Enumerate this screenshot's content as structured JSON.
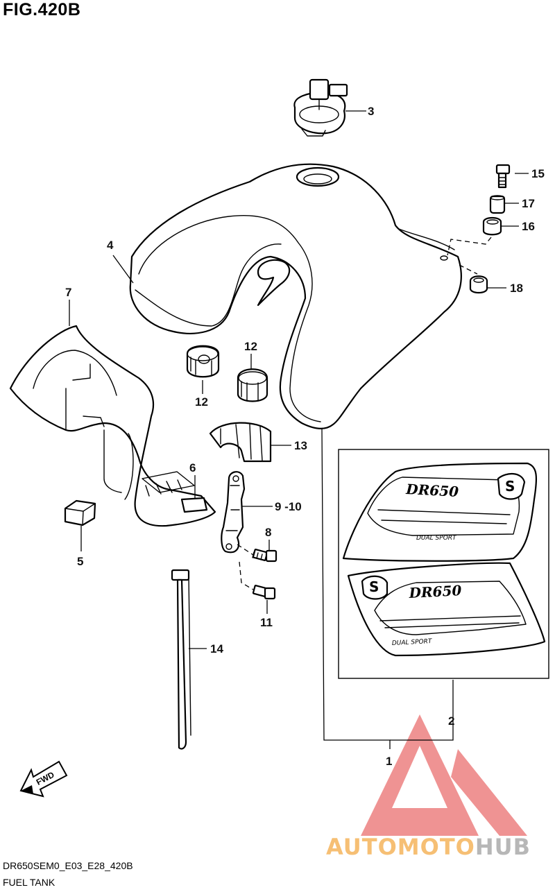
{
  "figure": {
    "title": "FIG.420B",
    "model_code": "DR650SEM0_E03_E28_420B",
    "caption": "FUEL TANK"
  },
  "callouts": {
    "c1": "1",
    "c2": "2",
    "c3": "3",
    "c4": "4",
    "c5": "5",
    "c6": "6",
    "c7": "7",
    "c8": "8",
    "c9_10": "9 -10",
    "c11": "11",
    "c12a": "12",
    "c12b": "12",
    "c13": "13",
    "c14": "14",
    "c15": "15",
    "c16": "16",
    "c17": "17",
    "c18": "18"
  },
  "decal": {
    "model_text": "DR650",
    "sub_text": "DUAL SPORT",
    "brand_mark": "S"
  },
  "direction_arrow": {
    "label": "FWD"
  },
  "watermark": {
    "part1": "AUTO",
    "part2": "MOTO",
    "part3": "HUB",
    "color_red": "#e23b3b",
    "color_orange": "#f3a43a",
    "color_gray": "#9a9a9a"
  }
}
